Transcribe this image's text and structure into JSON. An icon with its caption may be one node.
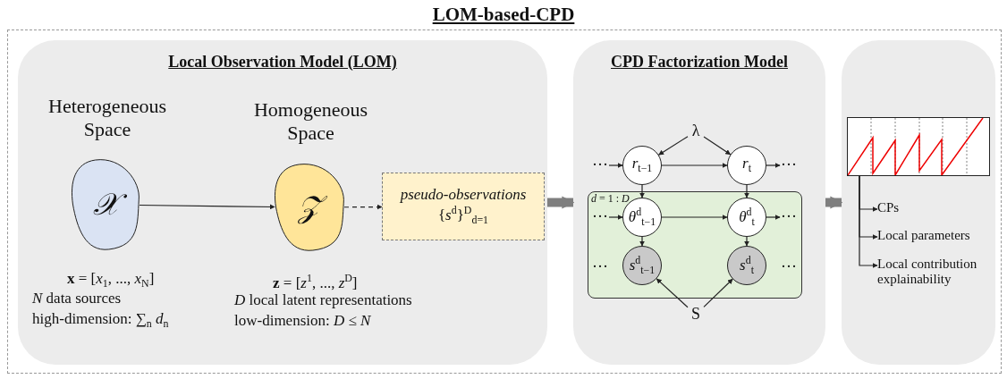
{
  "diagram": {
    "title": "LOM-based-CPD",
    "nodes": [
      {
        "text": [],
        "shape": "box"
      },
      {
        "text": [
          "Local Observation Model (LOM)"
        ],
        "in": 0
      },
      {
        "text": [
          "𝒳"
        ],
        "in": 1,
        "beside": [
          "Heterogeneous Space",
          "**x** = [*x*$_{1}$, ..., *x*$_{N}$]",
          "*N* data sources",
          "high-dimension: ∑$_{n}$ *d*$_{n}$"
        ]
      },
      {
        "text": [
          "𝒵"
        ],
        "in": 1,
        "beside": [
          "Homogeneous Space",
          "**z** = [*z*$^{1}$, ..., *z*$^{D}$]",
          "*D* local latent representations",
          "low-dimension: *D* ≤ *N*"
        ]
      },
      {
        "text": [
          "pseudo-observations",
          "{*s*$^{d}$}$^{D}$$_{d=1}$"
        ],
        "in": 1
      },
      {
        "text": [
          "CPD Factorization Model"
        ],
        "in": 0
      },
      {
        "text": [
          "λ"
        ],
        "in": 5
      },
      {
        "text": [
          "*r*$_{t−1}$"
        ],
        "in": 5
      },
      {
        "text": [
          "*r*$_{t}$"
        ],
        "in": 5
      },
      {
        "text": [
          "*d* = 1 : *D*"
        ],
        "in": 5
      },
      {
        "text": [
          "*θ*$^{d}$$_{t−1}$"
        ],
        "in": 9
      },
      {
        "text": [
          "*θ*$^{d}$$_{t}$"
        ],
        "in": 9
      },
      {
        "text": [
          "*s*$^{d}$$_{t−1}$"
        ],
        "in": 9
      },
      {
        "text": [
          "*s*$^{d}$$_{t}$"
        ],
        "in": 9
      },
      {
        "text": [
          "S"
        ],
        "in": 5
      },
      {
        "text": [
          "···"
        ],
        "in": 5
      },
      {
        "text": [
          "···"
        ],
        "in": 5
      },
      {
        "text": [
          "···"
        ],
        "in": 9
      },
      {
        "text": [
          "···"
        ],
        "in": 9
      },
      {
        "text": [],
        "shape": "box",
        "in": 0
      },
      {
        "text": [],
        "shape": "picture",
        "in": 19
      },
      {
        "text": [
          "CPs"
        ],
        "in": 19
      },
      {
        "text": [
          "Local parameters"
        ],
        "in": 19
      },
      {
        "text": [
          "Local contribution explainability"
        ],
        "in": 19
      }
    ],
    "edges": [
      {
        "from": 2,
        "to": 3,
        "arrow": "to"
      },
      {
        "from": 3,
        "to": 4,
        "arrow": "to",
        "style": "dashed"
      },
      {
        "from": 1,
        "to": 5,
        "arrow": "to",
        "style": "thick",
        "color": "#7f7f7f"
      },
      {
        "from": 6,
        "to": 7,
        "arrow": "to"
      },
      {
        "from": 6,
        "to": 8,
        "arrow": "to"
      },
      {
        "from": 15,
        "to": 7,
        "arrow": "to"
      },
      {
        "from": 7,
        "to": 8,
        "arrow": "to"
      },
      {
        "from": 8,
        "to": 16,
        "arrow": "to"
      },
      {
        "from": 7,
        "to": 10,
        "arrow": "to"
      },
      {
        "from": 8,
        "to": 11,
        "arrow": "to"
      },
      {
        "from": 17,
        "to": 10,
        "arrow": "to"
      },
      {
        "from": 10,
        "to": 11,
        "arrow": "to"
      },
      {
        "from": 11,
        "to": 18,
        "arrow": "to"
      },
      {
        "from": 10,
        "to": 12,
        "arrow": "to"
      },
      {
        "from": 11,
        "to": 13,
        "arrow": "to"
      },
      {
        "from": 14,
        "to": 12,
        "arrow": "to"
      },
      {
        "from": 14,
        "to": 13,
        "arrow": "to"
      },
      {
        "from": 5,
        "to": 19,
        "arrow": "to",
        "style": "thick",
        "color": "#7f7f7f"
      },
      {
        "from": 20,
        "to": 21,
        "arrow": "to"
      },
      {
        "from": 20,
        "to": 22,
        "arrow": "to"
      },
      {
        "from": 20,
        "to": 23,
        "arrow": "to"
      }
    ],
    "labels": [
      "···",
      "···"
    ]
  }
}
